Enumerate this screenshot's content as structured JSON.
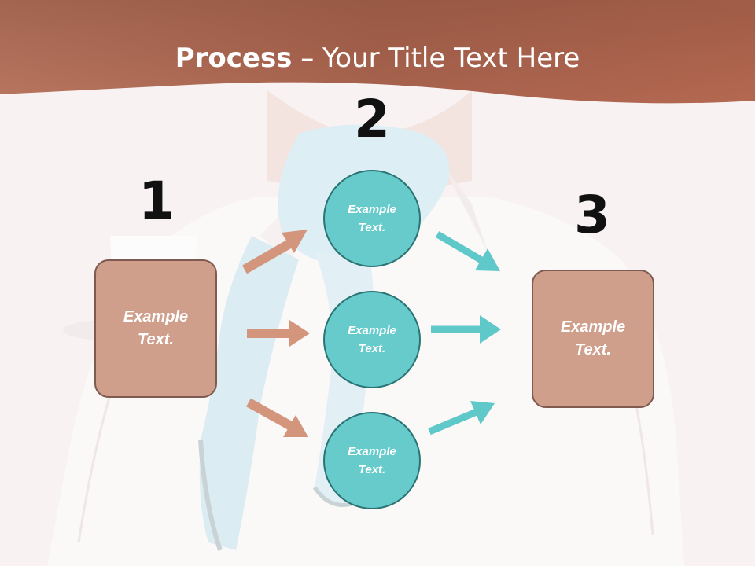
{
  "slide": {
    "title_bold": "Process",
    "title_rest": " – Your Title Text Here"
  },
  "steps": [
    {
      "number": "1"
    },
    {
      "number": "2"
    },
    {
      "number": "3"
    }
  ],
  "boxes": {
    "left": {
      "line1": "Example",
      "line2": "Text."
    },
    "right": {
      "line1": "Example",
      "line2": "Text."
    }
  },
  "circles": [
    {
      "line1": "Example",
      "line2": "Text."
    },
    {
      "line1": "Example",
      "line2": "Text."
    },
    {
      "line1": "Example",
      "line2": "Text."
    }
  ],
  "colors": {
    "header": "#b06a54",
    "box_fill": "#cf9f8c",
    "circle_fill": "#67cacb",
    "arrow_left": "#d4957d",
    "arrow_right": "#5fc9ca"
  }
}
